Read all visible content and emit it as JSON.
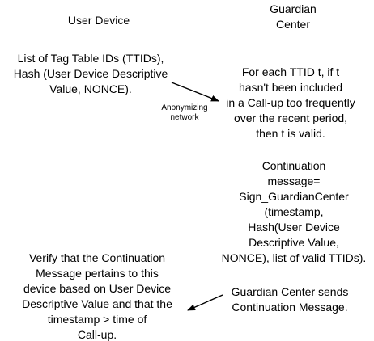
{
  "columns": {
    "user_device": "User Device",
    "guardian_center": [
      "Guardian",
      "Center"
    ]
  },
  "blocks": {
    "request": [
      "List of Tag Table IDs (TTIDs),",
      "Hash (User Device Descriptive",
      "Value, NONCE)."
    ],
    "network_label": [
      "Anonymizing",
      "network"
    ],
    "validation": [
      "For each TTID t, if t",
      "hasn't been included",
      "in a Call-up too frequently",
      "over the recent period,",
      "then t is valid."
    ],
    "continuation": [
      "Continuation",
      "message=",
      "Sign_GuardianCenter",
      "(timestamp,",
      "Hash(User Device",
      "Descriptive Value,",
      "NONCE), list of valid TTIDs)."
    ],
    "send": [
      "Guardian Center sends",
      "Continuation Message."
    ],
    "verify": [
      "Verify that the Continuation",
      "Message pertains to this",
      "device based on User Device",
      "Descriptive Value and that the",
      "timestamp > time of",
      "Call-up."
    ]
  },
  "colors": {
    "ink": "#000000",
    "background": "#ffffff"
  }
}
